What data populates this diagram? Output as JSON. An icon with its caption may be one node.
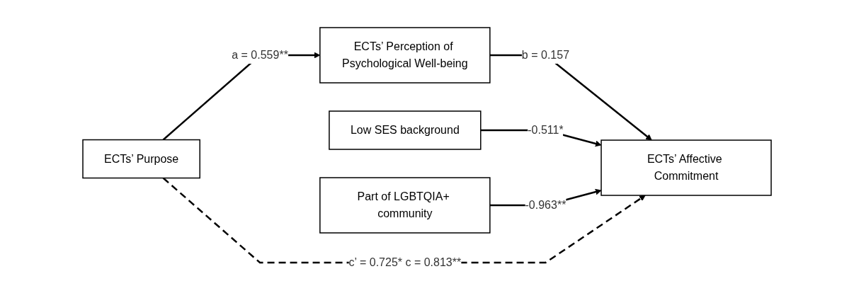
{
  "diagram": {
    "nodes": [
      {
        "text": [
          "ECTs’ Perception of Psychological Well-being"
        ]
      },
      {
        "text": [
          "Low SES background"
        ]
      },
      {
        "text": [
          "Part of LGBTQIA+ community"
        ]
      },
      {
        "text": [
          "ECTs’ Purpose"
        ]
      },
      {
        "text": [
          "ECTs’ Affective Commitment"
        ]
      }
    ],
    "edges": [
      {
        "from": 3,
        "to": 0,
        "arrow": "to",
        "label": "a = 0.559**"
      },
      {
        "from": 0,
        "to": 4,
        "arrow": "to",
        "label": "b = 0.157"
      },
      {
        "from": 1,
        "to": 4,
        "arrow": "to",
        "label": "-0.511*"
      },
      {
        "from": 2,
        "to": 4,
        "arrow": "to",
        "label": "-0.963**"
      },
      {
        "from": 3,
        "to": 4,
        "arrow": "to",
        "style": "dashed",
        "label": "c’ = 0.725* c = 0.813**"
      }
    ]
  }
}
